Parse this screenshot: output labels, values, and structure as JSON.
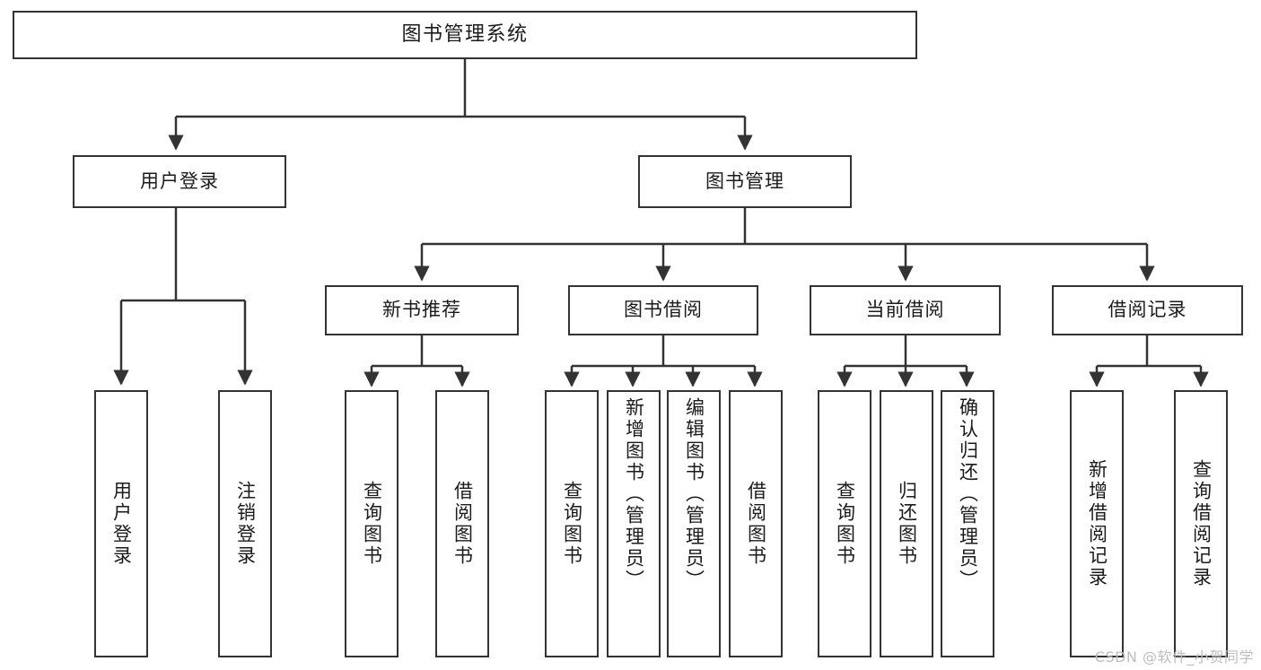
{
  "diagram": {
    "title": "图书管理系统",
    "type": "tree-hierarchy-chart",
    "background_color": "#ffffff",
    "line_color": "#333333",
    "box_fill": "#ffffff",
    "text_color": "#1b1b1b"
  },
  "nodes": {
    "root": {
      "label": "图书管理系统"
    },
    "level2": {
      "user_login": {
        "label": "用户登录"
      },
      "book_manage": {
        "label": "图书管理"
      }
    },
    "level3": {
      "new_book_rec": {
        "label": "新书推荐"
      },
      "book_borrow": {
        "label": "图书借阅"
      },
      "current_borrow": {
        "label": "当前借阅"
      },
      "borrow_record": {
        "label": "借阅记录"
      }
    },
    "leaves": {
      "user_login_children": [
        {
          "label": "用户登录"
        },
        {
          "label": "注销登录"
        }
      ],
      "new_book_rec_children": [
        {
          "label": "查询图书"
        },
        {
          "label": "借阅图书"
        }
      ],
      "book_borrow_children": [
        {
          "label": "查询图书"
        },
        {
          "label": "新增图书（管理员）"
        },
        {
          "label": "编辑图书（管理员）"
        },
        {
          "label": "借阅图书"
        }
      ],
      "current_borrow_children": [
        {
          "label": "查询图书"
        },
        {
          "label": "归还图书"
        },
        {
          "label": "确认归还（管理员）"
        }
      ],
      "borrow_record_children": [
        {
          "label": "新增借阅记录"
        },
        {
          "label": "查询借阅记录"
        }
      ]
    }
  },
  "watermark": {
    "text": "CSDN @软件_小贺同学"
  }
}
